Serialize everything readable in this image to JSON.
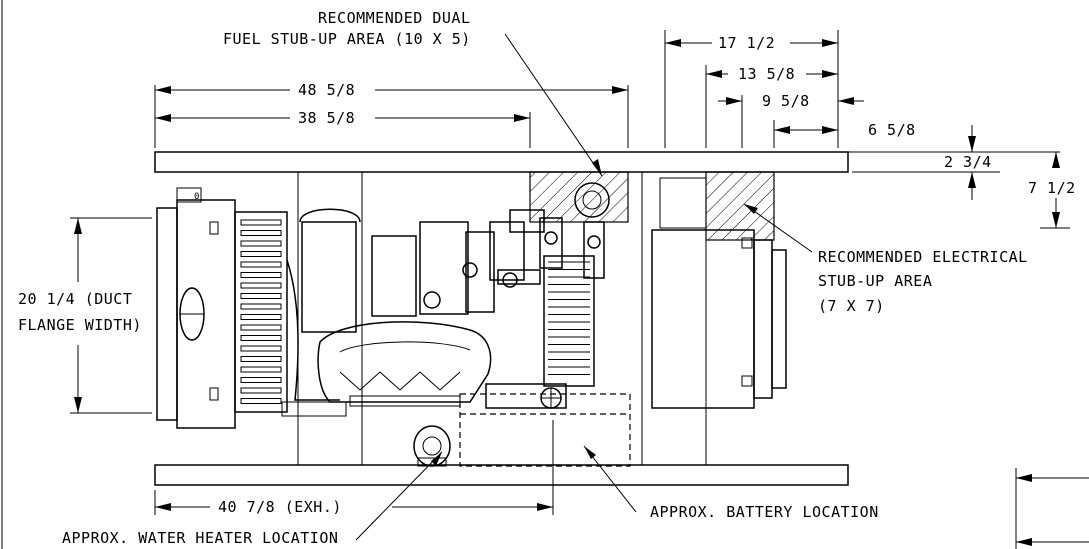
{
  "labels": {
    "dual_fuel_line1": "RECOMMENDED DUAL",
    "dual_fuel_line2": "FUEL STUB-UP AREA (10 X 5)",
    "dim_17_1_2": "17 1/2",
    "dim_13_5_8": "13 5/8",
    "dim_9_5_8": "9 5/8",
    "dim_6_5_8": "6 5/8",
    "dim_48_5_8": "48 5/8",
    "dim_38_5_8": "38 5/8",
    "dim_2_3_4": "2 3/4",
    "dim_7_1_2": "7 1/2",
    "duct_line1": "20 1/4 (DUCT",
    "duct_line2": "FLANGE WIDTH)",
    "elec_line1": "RECOMMENDED ELECTRICAL",
    "elec_line2": "STUB-UP AREA",
    "elec_line3": "(7 X 7)",
    "exh": "40 7/8 (EXH.)",
    "battery": "APPROX. BATTERY LOCATION",
    "water_heater": "APPROX. WATER HEATER LOCATION",
    "radiator_tag": "0"
  }
}
